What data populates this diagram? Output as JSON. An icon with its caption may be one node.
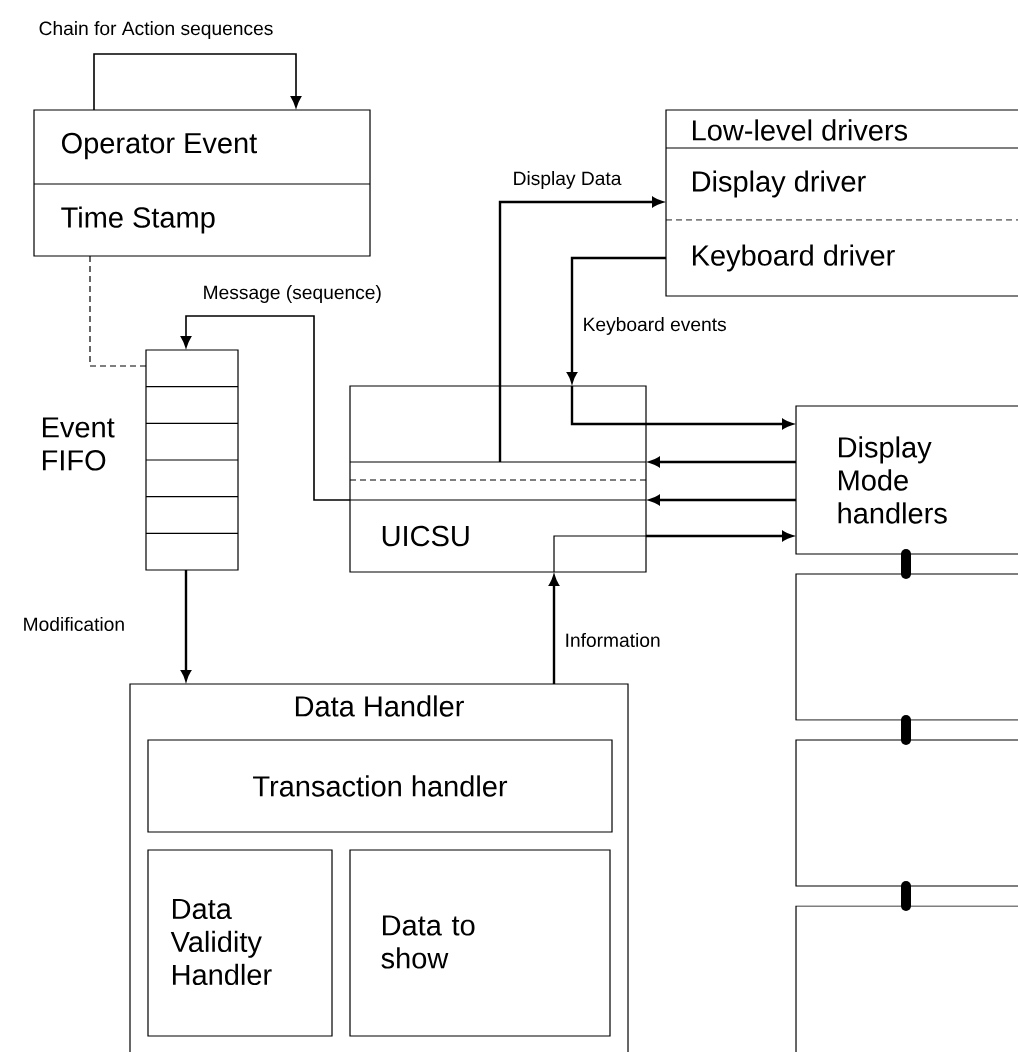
{
  "diagram": {
    "nodes": [
      {
        "text": [
          "Operator Event",
          "Time Stamp"
        ]
      },
      {
        "text": [
          "Low-level drivers"
        ]
      },
      {
        "text": [
          "Display driver"
        ],
        "in": 1
      },
      {
        "text": [
          "Keyboard driver"
        ],
        "in": 1
      },
      {
        "text": [
          "Event FIFO"
        ]
      },
      {
        "text": [
          "UICSU"
        ]
      },
      {
        "text": [
          "Display Mode handlers"
        ]
      },
      {
        "text": [],
        "shape": "box"
      },
      {
        "text": [],
        "shape": "box"
      },
      {
        "text": [],
        "shape": "box"
      },
      {
        "text": [
          "Data Handler"
        ]
      },
      {
        "text": [
          "Transaction handler"
        ],
        "in": 10
      },
      {
        "text": [
          "Data Validity Handler"
        ],
        "in": 10
      },
      {
        "text": [
          "Data to show"
        ],
        "in": 10
      }
    ],
    "edges": [
      {
        "from": 0,
        "to": 0,
        "arrow": "to",
        "label": "Chain for Action sequences"
      },
      {
        "from": 0,
        "to": 4,
        "arrow": "none",
        "style": "dashed"
      },
      {
        "from": 5,
        "to": 4,
        "arrow": "to",
        "label": "Message (sequence)"
      },
      {
        "from": 5,
        "to": 2,
        "arrow": "to",
        "label": "Display Data"
      },
      {
        "from": 3,
        "to": 5,
        "arrow": "to",
        "label": "Keyboard events"
      },
      {
        "from": 5,
        "to": 6,
        "arrow": "to"
      },
      {
        "from": 6,
        "to": 5,
        "arrow": "to"
      },
      {
        "from": 6,
        "to": 5,
        "arrow": "to"
      },
      {
        "from": 5,
        "to": 6,
        "arrow": "to"
      },
      {
        "from": 4,
        "to": 10,
        "arrow": "to",
        "label": "Modification"
      },
      {
        "from": 10,
        "to": 5,
        "arrow": "to",
        "label": "Information"
      },
      {
        "from": 6,
        "to": 7,
        "arrow": "none",
        "style": "thick"
      },
      {
        "from": 7,
        "to": 8,
        "arrow": "none",
        "style": "thick"
      },
      {
        "from": 8,
        "to": 9,
        "arrow": "none",
        "style": "thick"
      }
    ]
  }
}
